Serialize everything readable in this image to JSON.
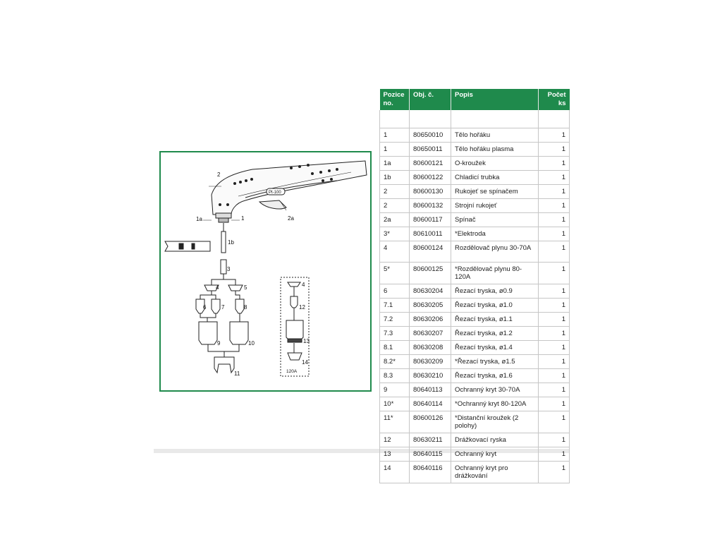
{
  "diagram": {
    "labels": [
      "1",
      "1a",
      "1b",
      "2",
      "2a",
      "3",
      "4",
      "5",
      "6",
      "7",
      "8",
      "9",
      "10",
      "11",
      "4",
      "12",
      "13",
      "14"
    ],
    "handle_text": "Pt-100",
    "inset_caption": "120A"
  },
  "table": {
    "headers": {
      "position": "Pozice no.",
      "order_no": "Obj. č.",
      "description": "Popis",
      "count": "Počet ks"
    },
    "rows": [
      {
        "pos": "1",
        "code": "80650010",
        "desc": "Tělo hořáku",
        "qty": "1"
      },
      {
        "pos": "1",
        "code": "80650011",
        "desc": "Tělo hořáku plasma",
        "qty": "1"
      },
      {
        "pos": "1a",
        "code": "80600121",
        "desc": "O-kroužek",
        "qty": "1"
      },
      {
        "pos": "1b",
        "code": "80600122",
        "desc": "Chladicí trubka",
        "qty": "1"
      },
      {
        "pos": "2",
        "code": "80600130",
        "desc": "Rukojeť se spínačem",
        "qty": "1"
      },
      {
        "pos": "2",
        "code": "80600132",
        "desc": "Strojní rukojeť",
        "qty": "1"
      },
      {
        "pos": "2a",
        "code": "80600117",
        "desc": "Spínač",
        "qty": "1"
      },
      {
        "pos": "3*",
        "code": "80610011",
        "desc": "*Elektroda",
        "qty": "1"
      },
      {
        "pos": "4",
        "code": "80600124",
        "desc": "Rozdělovač plynu 30-70A",
        "qty": "1"
      },
      {
        "pos": "5*",
        "code": "80600125",
        "desc": "*Rozdělovač plynu 80-120A",
        "qty": "1"
      },
      {
        "pos": "6",
        "code": "80630204",
        "desc": "Řezací tryska, ø0.9",
        "qty": "1"
      },
      {
        "pos": "7.1",
        "code": "80630205",
        "desc": "Řezací tryska, ø1.0",
        "qty": "1"
      },
      {
        "pos": "7.2",
        "code": "80630206",
        "desc": "Řezací tryska, ø1.1",
        "qty": "1"
      },
      {
        "pos": "7.3",
        "code": "80630207",
        "desc": "Řezací tryska, ø1.2",
        "qty": "1"
      },
      {
        "pos": "8.1",
        "code": "80630208",
        "desc": "Řezací tryska, ø1.4",
        "qty": "1"
      },
      {
        "pos": "8.2*",
        "code": "80630209",
        "desc": "*Řezací tryska, ø1.5",
        "qty": "1"
      },
      {
        "pos": "8.3",
        "code": "80630210",
        "desc": "Řezací tryska, ø1.6",
        "qty": "1"
      },
      {
        "pos": "9",
        "code": "80640113",
        "desc": "Ochranný kryt 30-70A",
        "qty": "1"
      },
      {
        "pos": "10*",
        "code": "80640114",
        "desc": "*Ochranný kryt 80-120A",
        "qty": "1"
      },
      {
        "pos": "11*",
        "code": "80600126",
        "desc": "*Distanční kroužek (2 polohy)",
        "qty": "1"
      },
      {
        "pos": "12",
        "code": "80630211",
        "desc": "Drážkovací ryska",
        "qty": "1"
      },
      {
        "pos": "13",
        "code": "80640115",
        "desc": "Ochranný kryt",
        "qty": "1"
      },
      {
        "pos": "14",
        "code": "80640116",
        "desc": "Ochranný kryt pro drážkování",
        "qty": "1"
      }
    ]
  },
  "colors": {
    "accent_green": "#1f8a4c",
    "grid": "#c6c6c6"
  }
}
